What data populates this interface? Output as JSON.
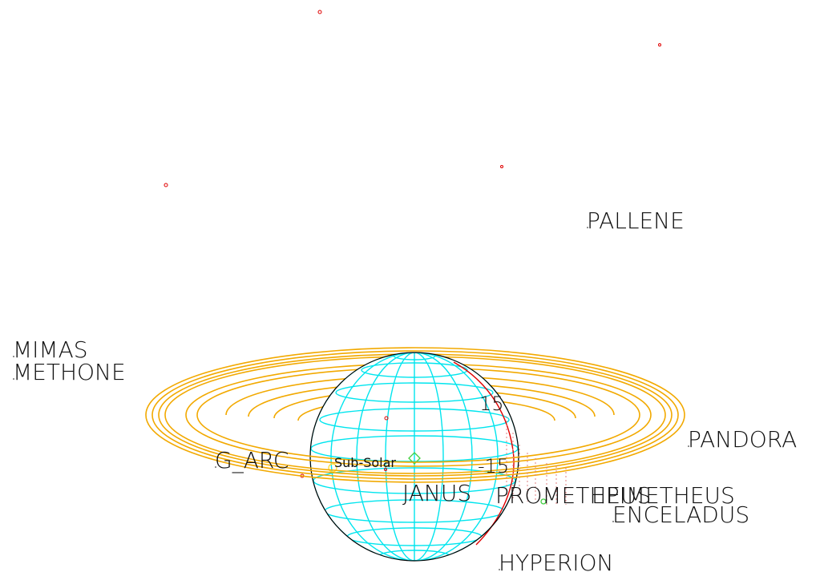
{
  "colors": {
    "background": "#ffffff",
    "ring": "#f2a900",
    "globe_grid": "#00e5ee",
    "globe_outline": "#000000",
    "terminator": "#e00000",
    "point_marker": "#e00000",
    "sub_solar_marker": "#ffe040",
    "sub_observer_marker": "#40d040",
    "text": "#111111"
  },
  "labels": {
    "pallene": "PALLENE",
    "mimas": "MIMAS",
    "methone": "METHONE",
    "pandora": "PANDORA",
    "g_arc": "G_ARC",
    "janus": "JANUS",
    "prometheus_overlap": "PROMETHEUS",
    "epimetheus_overlap": "EPIMETHEUS",
    "enceladus": "ENCELADUS",
    "hyperion": "HYPERION",
    "sub_solar": "Sub-Solar",
    "lat_plus": "15",
    "lat_minus": "-15"
  }
}
